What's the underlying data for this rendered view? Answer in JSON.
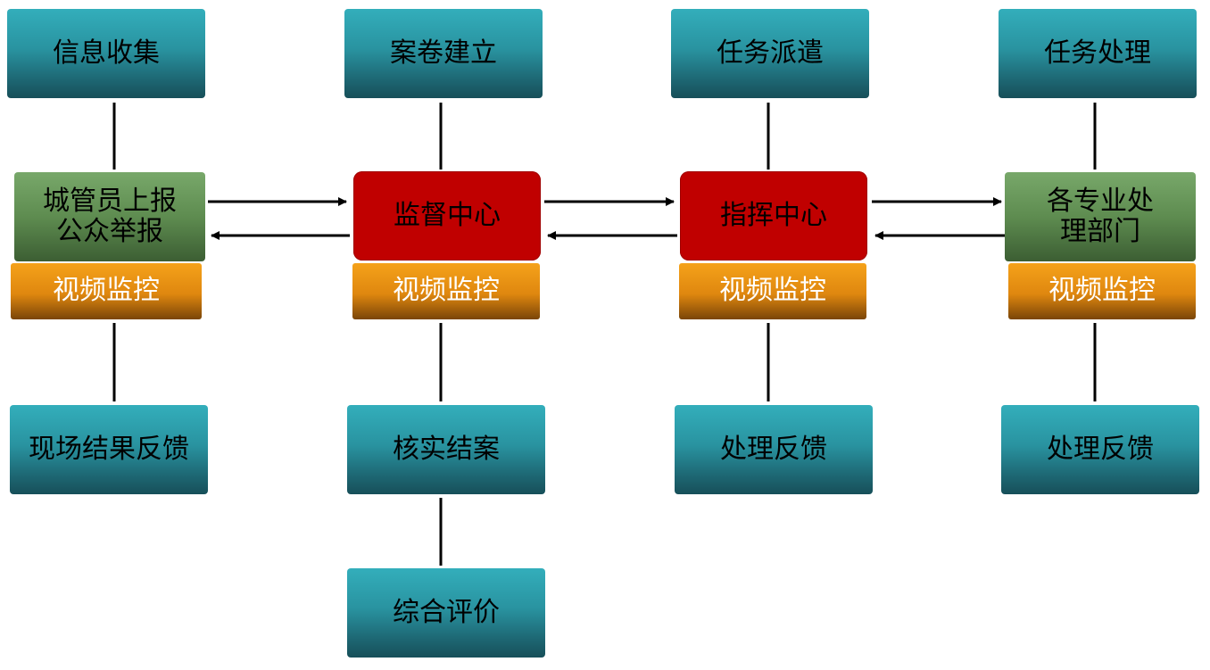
{
  "colors": {
    "teal": "#2a9aa6",
    "green": "#5e8c50",
    "orange": "#e58e12",
    "red": "#c00000",
    "connector": "#000000"
  },
  "top_row": [
    "信息收集",
    "案卷建立",
    "任务派遣",
    "任务处理"
  ],
  "middle_row": [
    "城管员上报\n公众举报",
    "监督中心",
    "指挥中心",
    "各专业处\n理部门"
  ],
  "monitor_label": "视频监控",
  "bottom_row": [
    "现场结果反馈",
    "核实结案",
    "处理反馈",
    "处理反馈"
  ],
  "extra": "综合评价"
}
